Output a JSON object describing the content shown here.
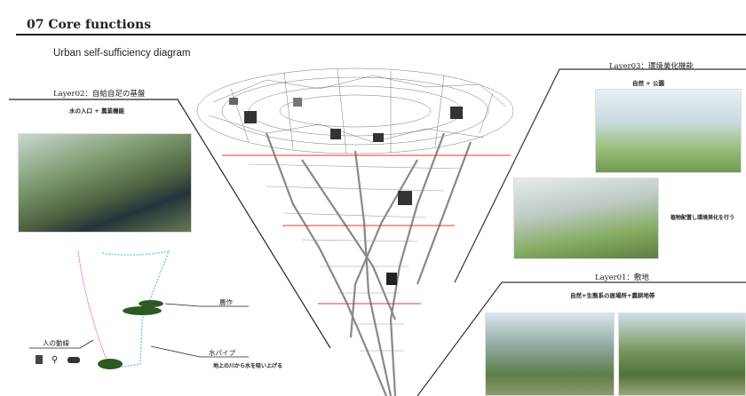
{
  "header": {
    "title": "07 Core functions",
    "subtitle": "Urban self-sufficiency diagram"
  },
  "layer02": {
    "title": "Layer02：自給自足の基盤",
    "caption": "水の入口 + 農業機能"
  },
  "layer03": {
    "title": "Layer03：環境美化機能",
    "caption": "自然 + 公園",
    "note": "植物配置し環境美化を行う"
  },
  "layer01": {
    "title": "Layer01：敷地",
    "caption": "自然+生態系の居場所+農耕地帯"
  },
  "annotations": {
    "farming": "農作",
    "human_flow": "人の動線",
    "water_pipe": "水パイプ",
    "water_pipe_note": "地上の川から水を吸い上げる"
  },
  "colors": {
    "red_line": "#e8352a",
    "pink_path": "#e070b8",
    "blue_path": "#7cc8e8"
  }
}
